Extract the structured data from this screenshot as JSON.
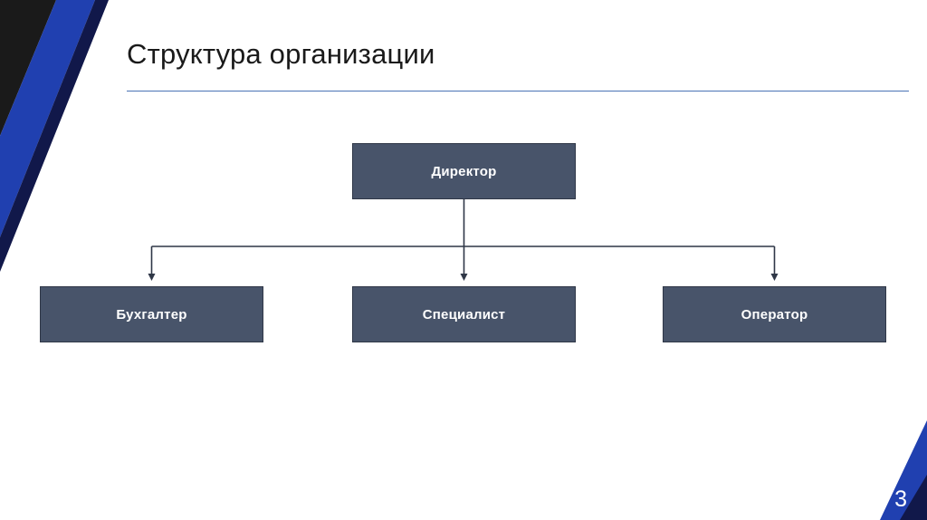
{
  "slide": {
    "title": "Структура организации",
    "page_number": "3",
    "accent_color": "#2040b0",
    "rule_color": "#4a73b5",
    "node_fill": "#48546a",
    "node_border": "#2f3747",
    "connector_color": "#2f3747",
    "background": "#ffffff"
  },
  "chart_data": {
    "type": "diagram",
    "title": "Структура организации",
    "nodes": [
      {
        "id": "root",
        "label": "Директор",
        "level": 0
      },
      {
        "id": "c0",
        "label": "Бухгалтер",
        "level": 1
      },
      {
        "id": "c1",
        "label": "Специалист",
        "level": 1
      },
      {
        "id": "c2",
        "label": "Оператор",
        "level": 1
      }
    ],
    "edges": [
      {
        "from": "root",
        "to": "c0"
      },
      {
        "from": "root",
        "to": "c1"
      },
      {
        "from": "root",
        "to": "c2"
      }
    ]
  }
}
